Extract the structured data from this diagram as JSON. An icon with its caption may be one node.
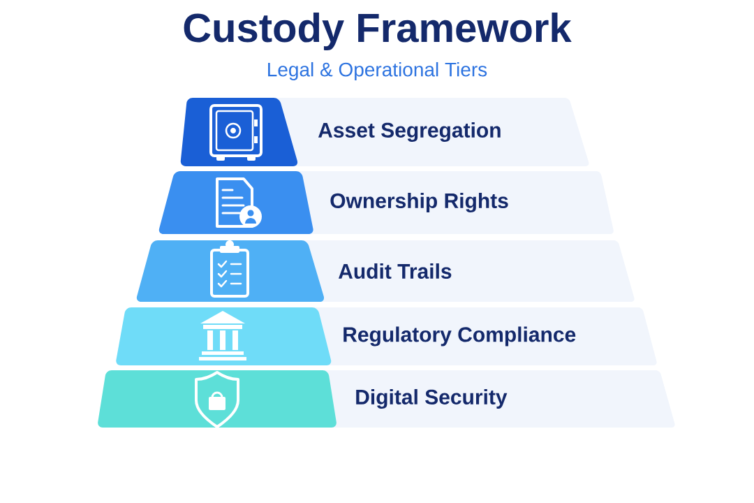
{
  "diagram": {
    "title": "Custody Framework",
    "nodes": [
      {
        "text": [
          "Asset Segregation"
        ]
      },
      {
        "text": [
          "Ownership Rights"
        ]
      },
      {
        "text": [
          "Audit Trails"
        ]
      },
      {
        "text": [
          "Regulatory Compliance"
        ]
      },
      {
        "text": [
          "Digital Security"
        ]
      }
    ],
    "labels": [
      "Legal & Operational Tiers"
    ]
  }
}
